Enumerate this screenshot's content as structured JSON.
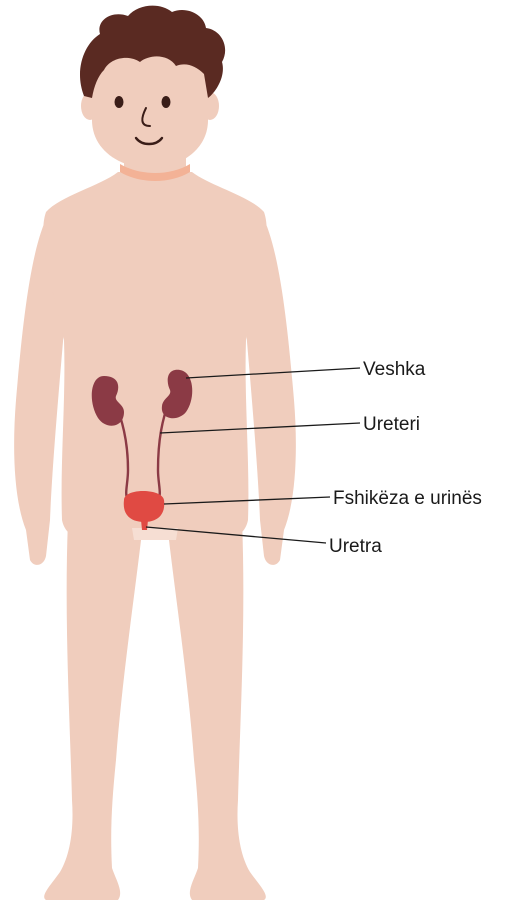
{
  "labels": {
    "kidney": "Veshka",
    "ureter": "Ureteri",
    "bladder": "Fshikëza e urinës",
    "urethra": "Uretra"
  },
  "colors": {
    "skin": "#f0cdbd",
    "skin_shadow": "#e8bfae",
    "neck": "#f3b296",
    "hair": "#5a2a22",
    "kidney": "#8b3a45",
    "ureter": "#8b3a45",
    "bladder": "#e04a43",
    "line": "#1a1a1a"
  }
}
